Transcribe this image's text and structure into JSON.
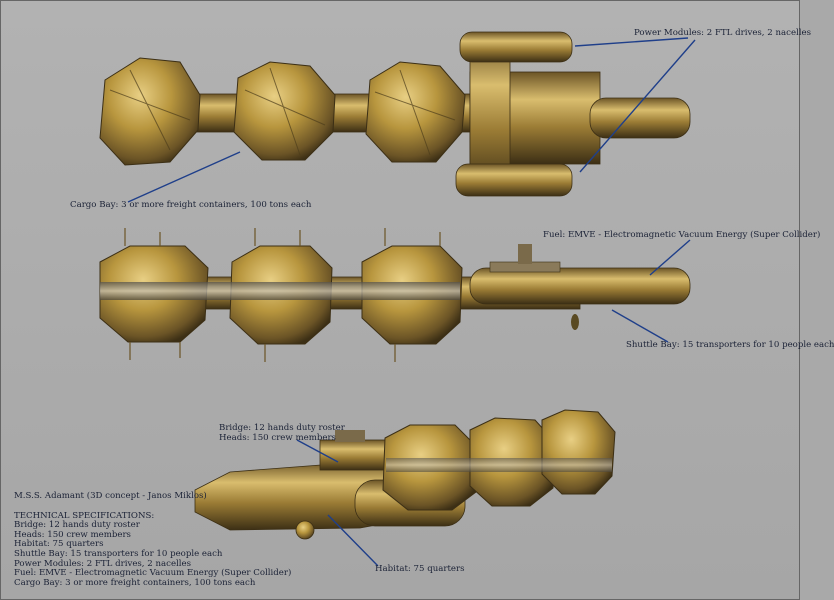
{
  "callouts": {
    "power_modules": "Power Modules: 2 FTL drives, 2 nacelles",
    "cargo_bay": "Cargo Bay: 3 or more freight containers, 100 tons each",
    "fuel": "Fuel: EMVE - Electromagnetic Vacuum Energy (Super Collider)",
    "shuttle_bay": "Shuttle Bay: 15 transporters for 10 people each",
    "bridge": "Bridge: 12 hands duty roster",
    "heads": "Heads: 150 crew members",
    "habitat": "Habitat: 75 quarters"
  },
  "specs": {
    "title": "M.S.S. Adamant (3D concept - Janos Miklos)",
    "header": "TECHNICAL SPECIFICATIONS:",
    "lines": [
      "Bridge: 12 hands duty roster",
      "Heads: 150 crew members",
      "Habitat: 75 quarters",
      "Shuttle Bay: 15 transporters for 10 people each",
      "Power Modules: 2 FTL drives, 2 nacelles",
      "Fuel: EMVE - Electromagnetic Vacuum Energy (Super Collider)",
      "Cargo Bay: 3 or more freight containers, 100 tons each"
    ]
  },
  "colors": {
    "background": "#a9a9a9",
    "hull_gold": "#b8963e",
    "hull_dark": "#5a4a22",
    "callout_line": "#1f3f8a"
  }
}
